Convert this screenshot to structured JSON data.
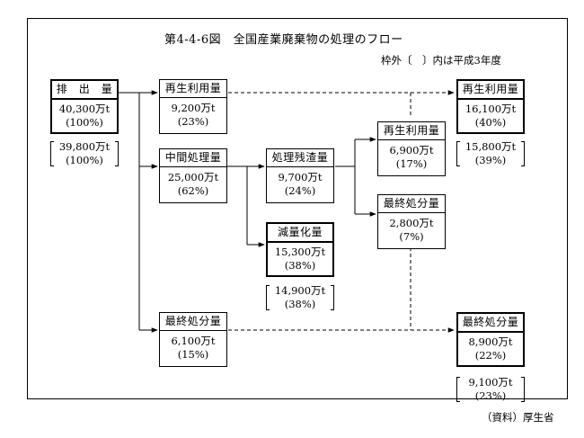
{
  "title": "第4-4-6図　全国産業廃棄物の処理のフロー",
  "note": "枠外〔　〕内は平成3年度",
  "source": "（資料）厚生省",
  "nodes": {
    "discharge": {
      "label": "排　出　量",
      "value": "40,300万t",
      "pct": "(100%)"
    },
    "recycle_direct": {
      "label": "再生利用量",
      "value": "9,200万t",
      "pct": "(23%)"
    },
    "intermediate": {
      "label": "中間処理量",
      "value": "25,000万t",
      "pct": "(62%)"
    },
    "final_direct": {
      "label": "最終処分量",
      "value": "6,100万t",
      "pct": "(15%)"
    },
    "residue": {
      "label": "処理残渣量",
      "value": "9,700万t",
      "pct": "(24%)"
    },
    "reduction": {
      "label": "減量化量",
      "value": "15,300万t",
      "pct": "(38%)"
    },
    "recycle_residue": {
      "label": "再生利用量",
      "value": "6,900万t",
      "pct": "(17%)"
    },
    "final_residue": {
      "label": "最終処分量",
      "value": "2,800万t",
      "pct": "(7%)"
    },
    "recycle_total": {
      "label": "再生利用量",
      "value": "16,100万t",
      "pct": "(40%)"
    },
    "final_total": {
      "label": "最終処分量",
      "value": "8,900万t",
      "pct": "(22%)"
    }
  },
  "previous": {
    "discharge": {
      "value": "39,800万t",
      "pct": "(100%)"
    },
    "reduction": {
      "value": "14,900万t",
      "pct": "(38%)"
    },
    "recycle_total": {
      "value": "15,800万t",
      "pct": "(39%)"
    },
    "final_total": {
      "value": "9,100万t",
      "pct": "(23%)"
    }
  }
}
